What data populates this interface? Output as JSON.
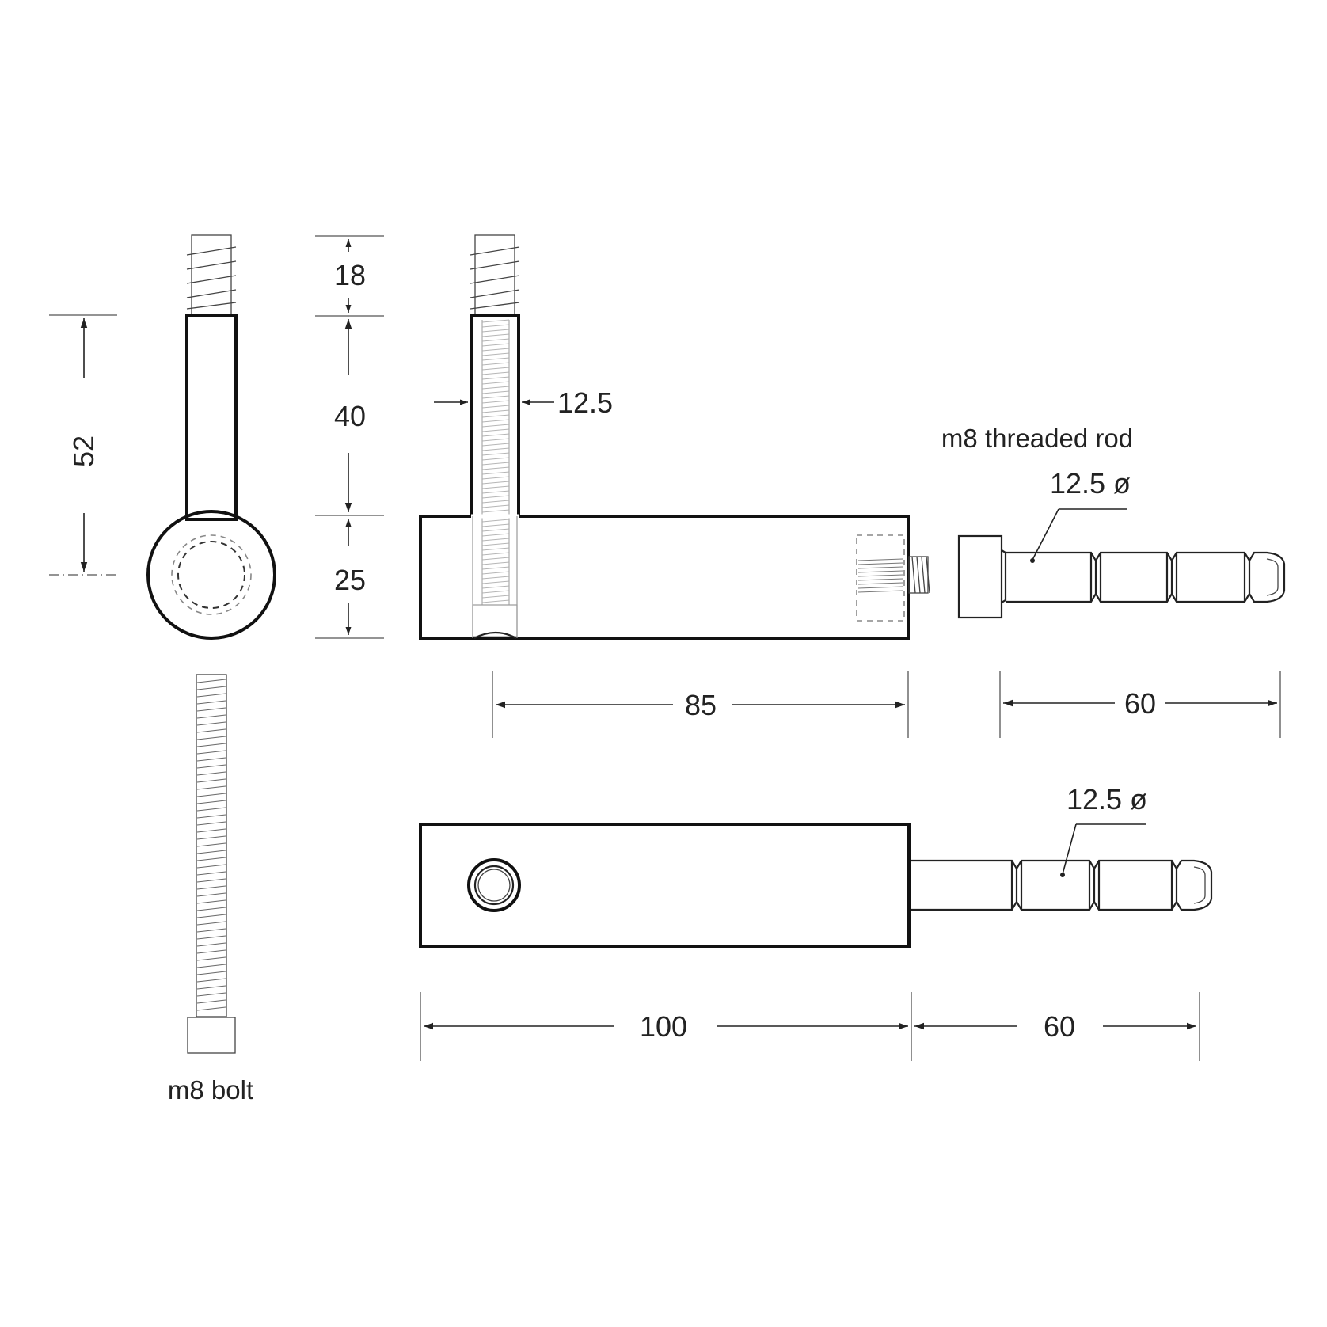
{
  "dimensions": {
    "d52": "52",
    "d18": "18",
    "d40": "40",
    "d25": "25",
    "d12_5": "12.5",
    "d85": "85",
    "d60_top": "60",
    "d100": "100",
    "d60_bottom": "60",
    "rod_dia_top": "12.5 ø",
    "rod_dia_bottom": "12.5 ø"
  },
  "labels": {
    "threaded_rod": "m8 threaded rod",
    "bolt": "m8 bolt"
  }
}
